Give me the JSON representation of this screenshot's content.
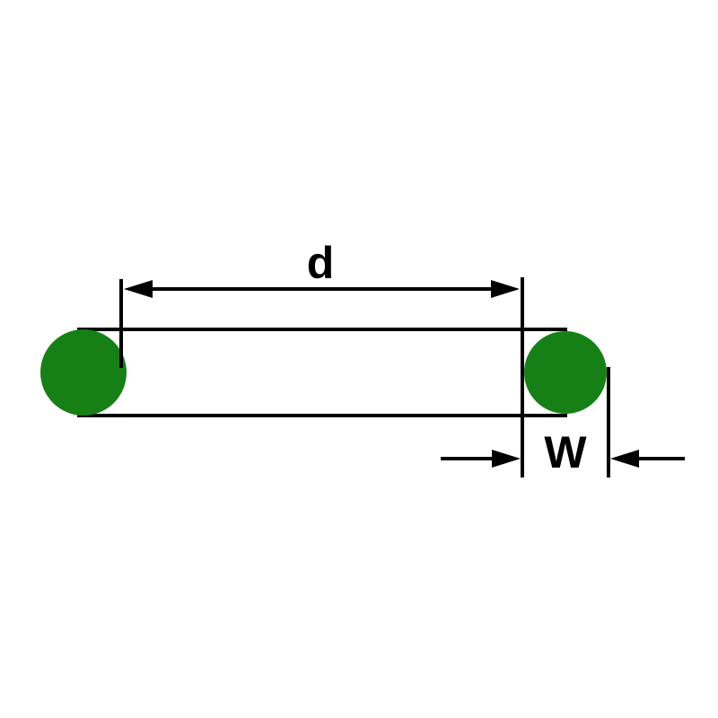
{
  "diagram": {
    "type": "o-ring-dimension-drawing",
    "labels": {
      "inner_diameter": "d",
      "cross_section": "W"
    },
    "colors": {
      "ring_fill": "#168016",
      "line": "#000000",
      "arrow": "#000000",
      "background": "#ffffff"
    }
  }
}
